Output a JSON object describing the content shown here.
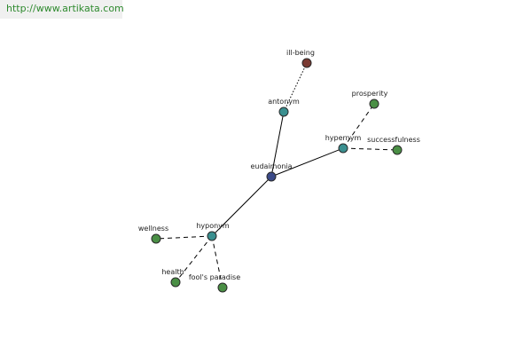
{
  "header": {
    "url": "http://www.artikata.com"
  },
  "colors": {
    "center": "#3b4a88",
    "relation": "#3a8f8f",
    "term": "#4a8f45",
    "antonym_term": "#7a3a32"
  },
  "graph": {
    "nodes": [
      {
        "id": "eudaimonia",
        "label": "eudaimonia",
        "kind": "center"
      },
      {
        "id": "antonym",
        "label": "antonym",
        "kind": "relation"
      },
      {
        "id": "ill-being",
        "label": "ill-being",
        "kind": "antonym_term"
      },
      {
        "id": "hypernym",
        "label": "hypernym",
        "kind": "relation"
      },
      {
        "id": "prosperity",
        "label": "prosperity",
        "kind": "term"
      },
      {
        "id": "successfulness",
        "label": "successfulness",
        "kind": "term"
      },
      {
        "id": "hyponym",
        "label": "hyponym",
        "kind": "relation"
      },
      {
        "id": "wellness",
        "label": "wellness",
        "kind": "term"
      },
      {
        "id": "health",
        "label": "health",
        "kind": "term"
      },
      {
        "id": "fools-paradise",
        "label": "fool's paradise",
        "kind": "term"
      }
    ],
    "edges": [
      {
        "from": "eudaimonia",
        "to": "antonym",
        "style": "solid"
      },
      {
        "from": "antonym",
        "to": "ill-being",
        "style": "dotted"
      },
      {
        "from": "eudaimonia",
        "to": "hypernym",
        "style": "solid"
      },
      {
        "from": "hypernym",
        "to": "prosperity",
        "style": "dashed"
      },
      {
        "from": "hypernym",
        "to": "successfulness",
        "style": "dashed"
      },
      {
        "from": "eudaimonia",
        "to": "hyponym",
        "style": "solid"
      },
      {
        "from": "hyponym",
        "to": "wellness",
        "style": "dashed"
      },
      {
        "from": "hyponym",
        "to": "health",
        "style": "dashed"
      },
      {
        "from": "hyponym",
        "to": "fools-paradise",
        "style": "dashed"
      }
    ]
  }
}
